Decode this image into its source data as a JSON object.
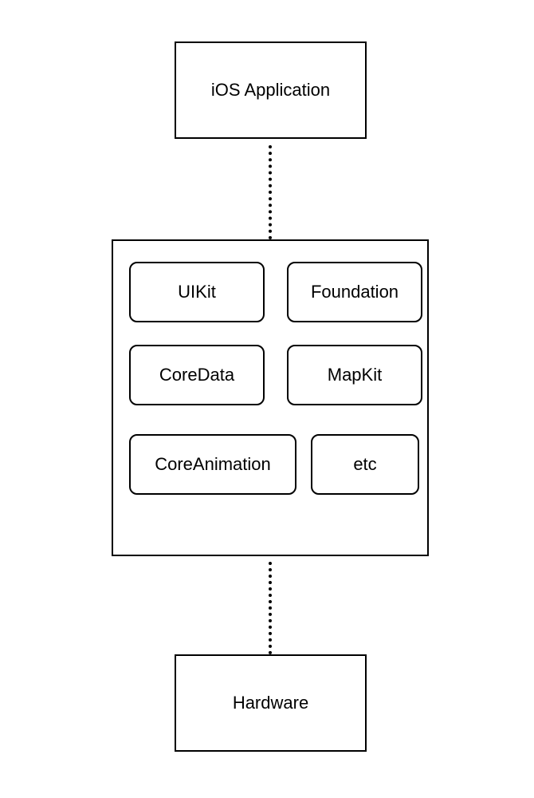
{
  "diagram": {
    "top_box": {
      "label": "iOS Application"
    },
    "frameworks": [
      {
        "label": "UIKit"
      },
      {
        "label": "Foundation"
      },
      {
        "label": "CoreData"
      },
      {
        "label": "MapKit"
      },
      {
        "label": "CoreAnimation"
      },
      {
        "label": "etc"
      }
    ],
    "bottom_box": {
      "label": "Hardware"
    },
    "colors": {
      "stroke": "#000000",
      "fill": "#ffffff"
    }
  }
}
